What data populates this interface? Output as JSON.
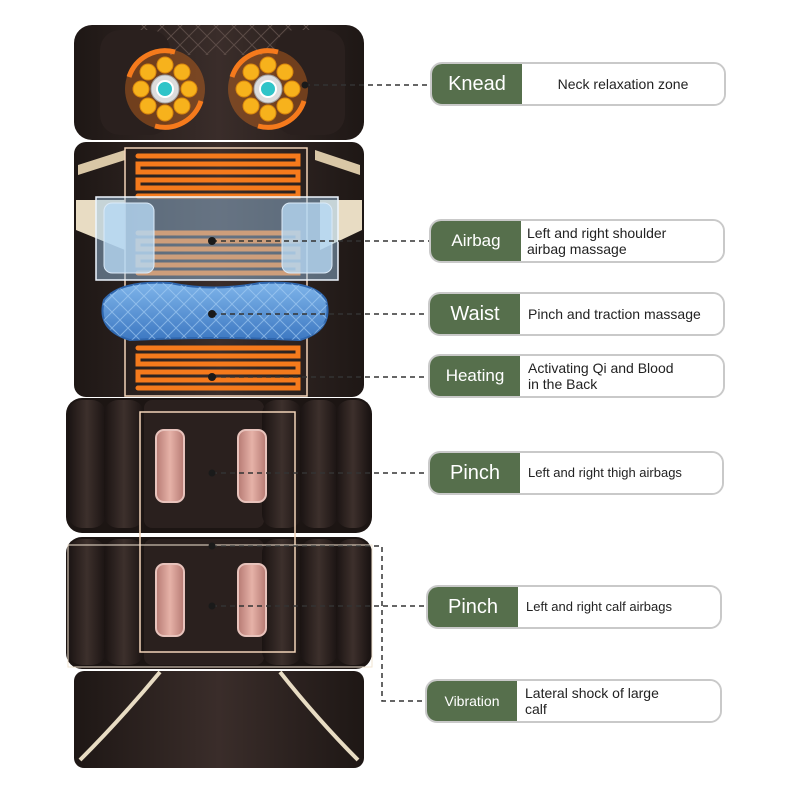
{
  "colors": {
    "tag_green": "#566f4c",
    "mat_dark": "#2e2422",
    "heater_orange": "#f57a1c",
    "airbag_blue": "#5b9ad6",
    "pinch_pink": "#c98a82",
    "gold_trim": "#d9c7a6"
  },
  "callouts": [
    {
      "id": "knead",
      "tag": "Knead",
      "desc": "Neck relaxation zone"
    },
    {
      "id": "airbag",
      "tag": "Airbag",
      "desc": "Left and right shoulder airbag massage"
    },
    {
      "id": "waist",
      "tag": "Waist",
      "desc": "Pinch and traction massage"
    },
    {
      "id": "heating",
      "tag": "Heating",
      "desc": "Activating Qi and Blood in the Back"
    },
    {
      "id": "pinch-thigh",
      "tag": "Pinch",
      "desc": "Left and right thigh airbags"
    },
    {
      "id": "pinch-calf",
      "tag": "Pinch",
      "desc": "Left and right calf airbags"
    },
    {
      "id": "vibration",
      "tag": "Vibration",
      "desc": "Lateral shock of large calf"
    }
  ],
  "icons": [
    "knead-roller-icon",
    "heating-pad-icon",
    "airbag-icon",
    "pinch-airbag-icon"
  ]
}
